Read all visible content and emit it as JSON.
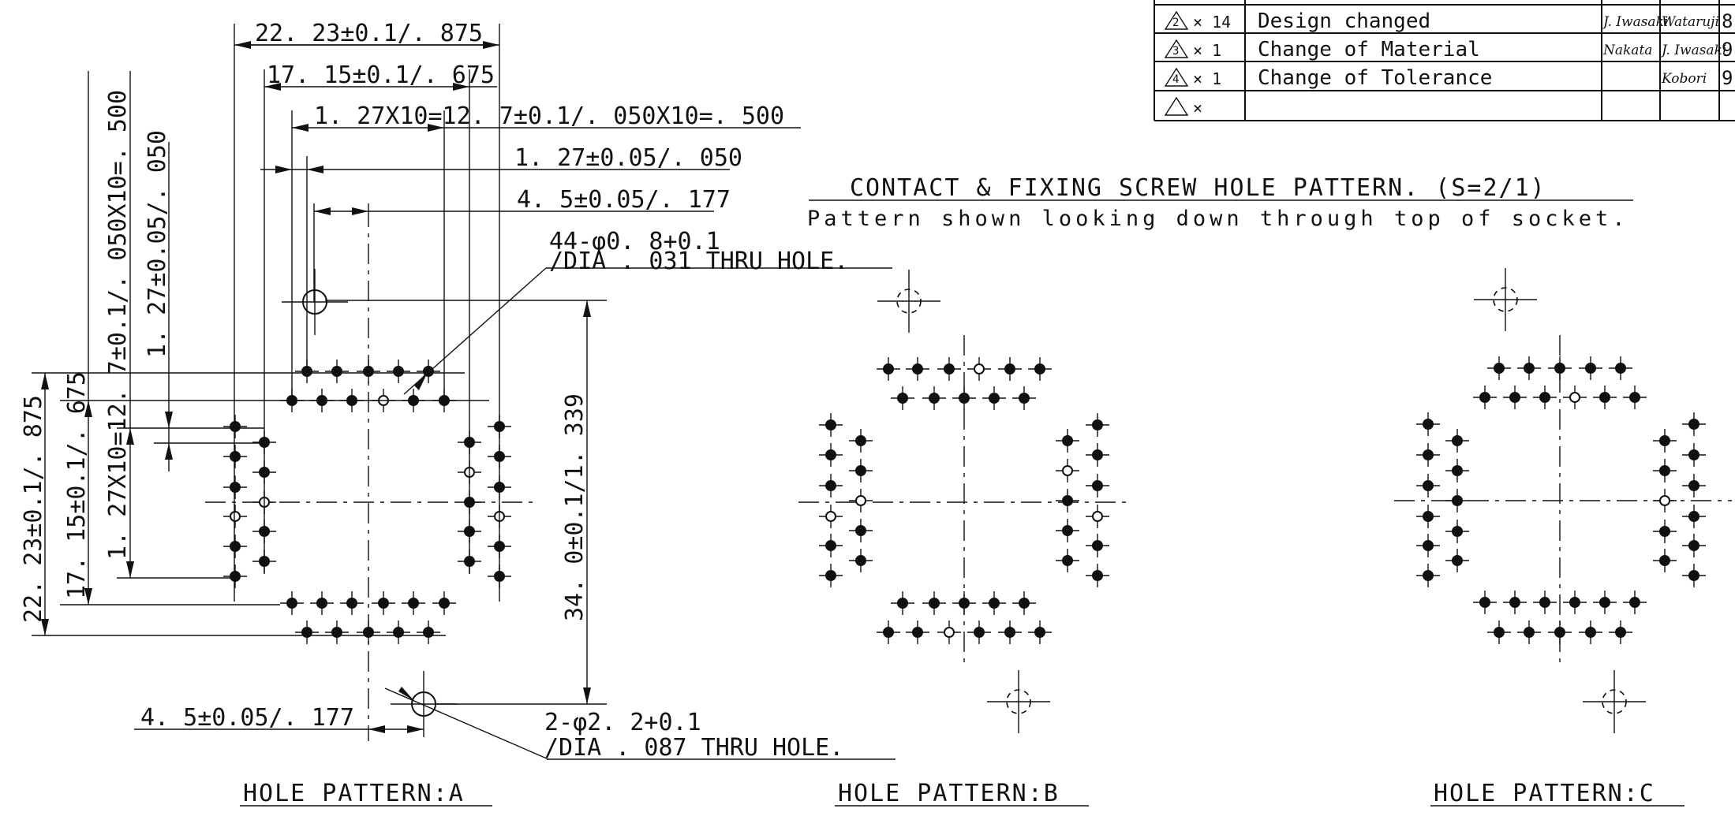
{
  "revision_table": {
    "rows": [
      {
        "mark": "2",
        "qty": "× 14",
        "description": "Design changed",
        "sign1": "J. Iwasaki",
        "sign2": "Wataruji",
        "date": "8"
      },
      {
        "mark": "3",
        "qty": "× 1",
        "description": "Change of Material",
        "sign1": "Nakata",
        "sign2": "J. Iwasaki",
        "date": "9"
      },
      {
        "mark": "4",
        "qty": "× 1",
        "description": "Change of Tolerance",
        "sign1": "",
        "sign2": "Kobori",
        "date": "9"
      },
      {
        "mark": "",
        "qty": "×",
        "description": "",
        "sign1": "",
        "sign2": "",
        "date": ""
      }
    ]
  },
  "header": {
    "title": "CONTACT & FIXING SCREW HOLE PATTERN. (S=2/1)",
    "subtitle": "Pattern shown looking down through top of socket."
  },
  "pattern_a": {
    "label": "HOLE PATTERN:A",
    "dims": {
      "top_overall": "22. 23±0.1/. 875",
      "top_inner": "17. 15±0.1/. 675",
      "top_pitch_total": "1. 27X10=12. 7±0.1/. 050X10=. 500",
      "top_pitch": "1. 27±0.05/. 050",
      "top_offset": "4. 5±0.05/. 177",
      "contact_note_1": "44-φ0. 8+0.1",
      "contact_note_2": "/DIA . 031 THRU HOLE.",
      "right_height": "34. 0±0.1/1. 339",
      "bottom_offset": "4. 5±0.05/. 177",
      "screw_note_1": "2-φ2. 2+0.1",
      "screw_note_2": "/DIA . 087 THRU HOLE.",
      "left_overall": "22. 23±0.1/. 875",
      "left_inner": "17. 15±0.1/. 675",
      "left_pitch_total": "1. 27X10=12. 7±0.1/. 050X10=. 500",
      "left_pitch": "1. 27±0.05/. 050"
    }
  },
  "pattern_b": {
    "label": "HOLE PATTERN:B"
  },
  "pattern_c": {
    "label": "HOLE PATTERN:C"
  }
}
